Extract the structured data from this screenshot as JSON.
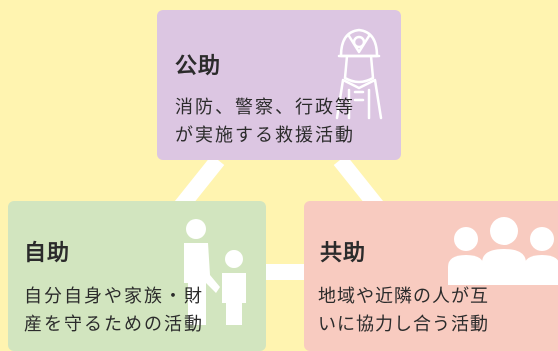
{
  "boxes": {
    "kojo": {
      "title": "公助",
      "desc": "消防、警察、行政等\nが実施する救援活動",
      "icon": "firefighter-icon",
      "color": "#DCC6E2"
    },
    "jijo": {
      "title": "自助",
      "desc": "自分自身や家族・財\n産を守るための活動",
      "icon": "parent-child-icon",
      "color": "#D2E5BF"
    },
    "kyojo": {
      "title": "共助",
      "desc": "地域や近隣の人が互\nいに協力し合う活動",
      "icon": "group-people-icon",
      "color": "#F8CBC0"
    }
  },
  "background_color": "#FFF4B0",
  "connector_color": "#FFFFFF"
}
